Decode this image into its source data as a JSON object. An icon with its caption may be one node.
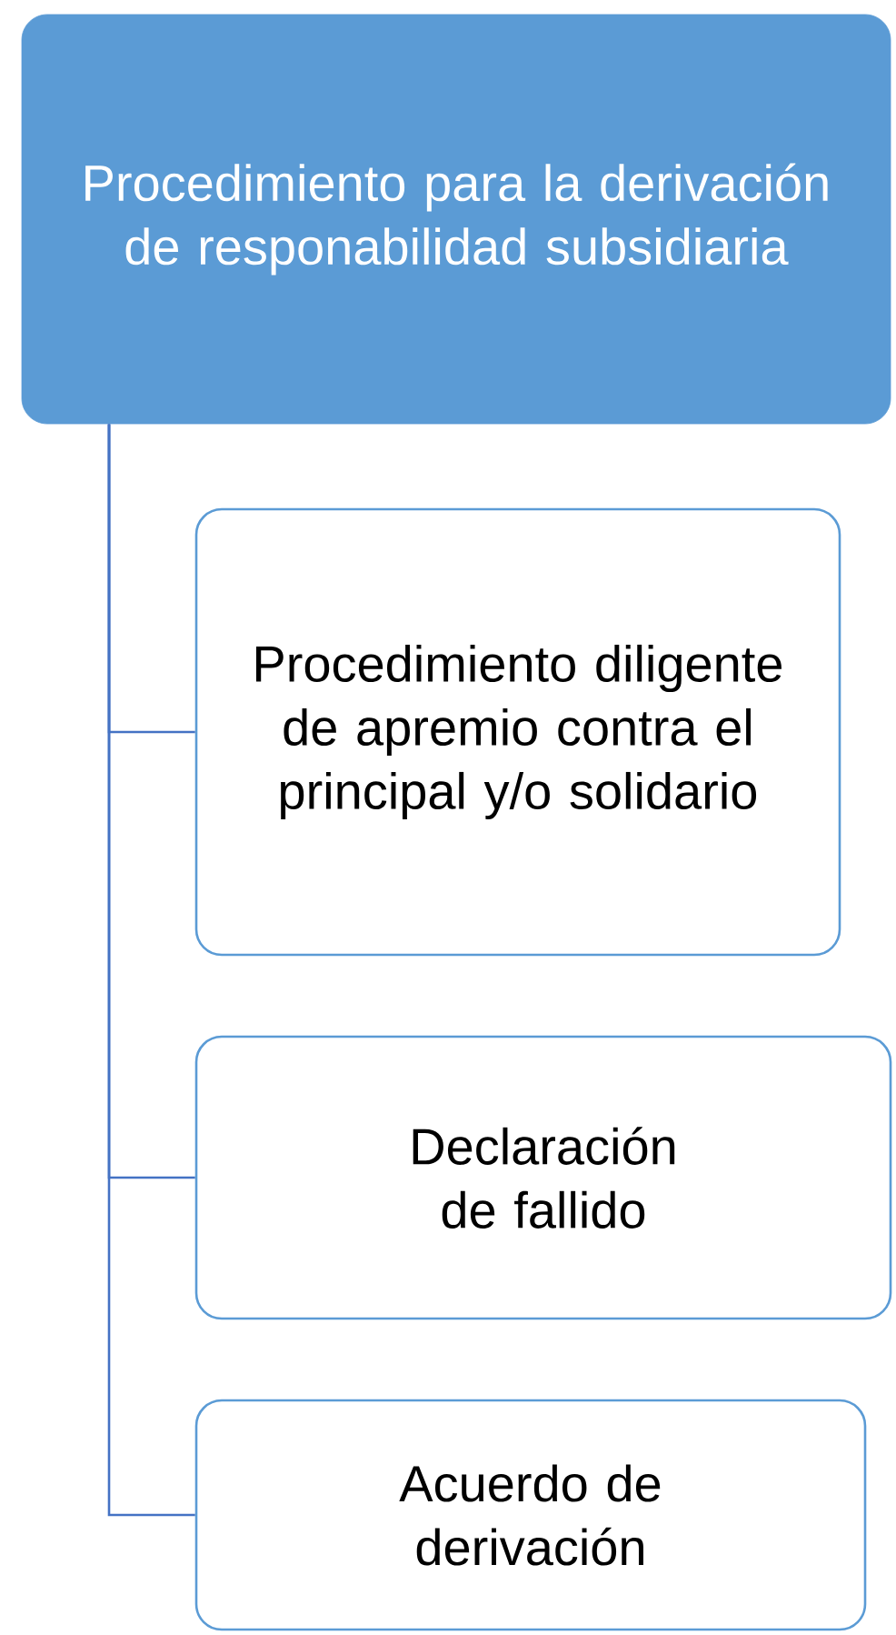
{
  "diagram": {
    "nodes": [
      {
        "text": [
          "Procedimiento para la derivación de responabilidad subsidiaria"
        ]
      },
      {
        "text": [
          "Procedimiento diligente de apremio contra el principal y/o solidario"
        ]
      },
      {
        "text": [
          "Declaración de fallido"
        ]
      },
      {
        "text": [
          "Acuerdo de derivación"
        ]
      }
    ],
    "edges": [
      {
        "from": 0,
        "to": 1,
        "arrow": "none"
      },
      {
        "from": 0,
        "to": 2,
        "arrow": "none"
      },
      {
        "from": 0,
        "to": 3,
        "arrow": "none"
      }
    ]
  }
}
